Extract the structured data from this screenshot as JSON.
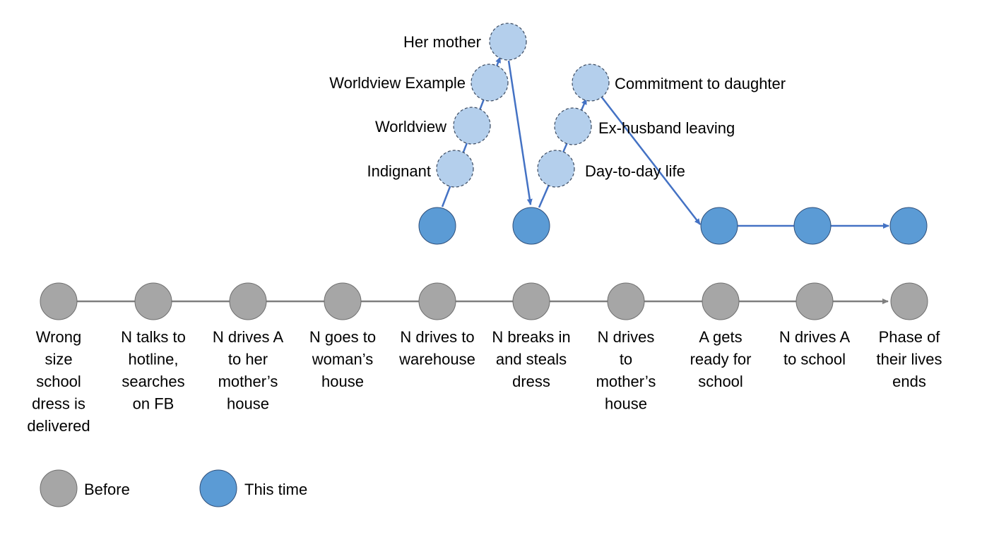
{
  "colors": {
    "before": "#a6a6a6",
    "this_time": "#5b9bd5",
    "flashback": "#b4cfec",
    "grey_line": "#7f7f7f",
    "blue_line": "#4472c4"
  },
  "timeline": [
    {
      "label": [
        "Wrong",
        "size",
        "school",
        "dress is",
        "delivered"
      ]
    },
    {
      "label": [
        "N talks to",
        "hotline,",
        "searches",
        "on FB"
      ]
    },
    {
      "label": [
        "N drives A",
        "to her",
        "mother’s",
        "house"
      ]
    },
    {
      "label": [
        "N goes to",
        "woman’s",
        "house"
      ]
    },
    {
      "label": [
        "N drives to",
        "warehouse"
      ]
    },
    {
      "label": [
        "N breaks in",
        "and steals",
        "dress"
      ]
    },
    {
      "label": [
        "N drives",
        "to",
        "mother’s",
        "house"
      ]
    },
    {
      "label": [
        "A gets",
        "ready for",
        "school"
      ]
    },
    {
      "label": [
        "N drives A",
        "to school"
      ]
    },
    {
      "label": [
        "Phase of",
        "their lives",
        "ends"
      ]
    }
  ],
  "flashback_group_1": [
    "Indignant",
    "Worldview",
    "Worldview Example",
    "Her mother"
  ],
  "flashback_group_2": [
    "Day-to-day life",
    "Ex-husband leaving",
    "Commitment to daughter"
  ],
  "legend": {
    "before": "Before",
    "this_time": "This time"
  }
}
